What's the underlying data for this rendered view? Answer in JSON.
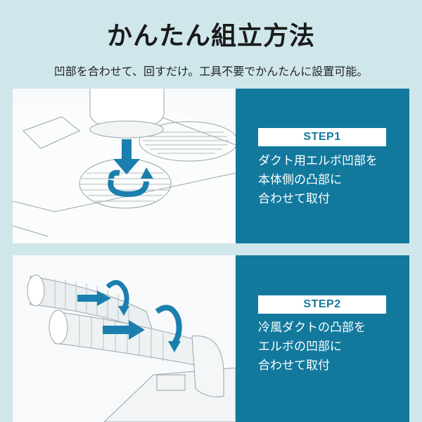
{
  "header": {
    "title": "かんたん組立方法",
    "subtitle": "凹部を合わせて、回すだけ。工具不要でかんたんに設置可能。"
  },
  "steps": [
    {
      "badge": "STEP1",
      "lines": [
        "ダクト用エルボ凹部を",
        "本体側の凸部に",
        "合わせて取付"
      ],
      "illustration": "elbow-attach-rotate"
    },
    {
      "badge": "STEP2",
      "lines": [
        "冷風ダクトの凸部を",
        "エルボの凹部に",
        "合わせて取付"
      ],
      "illustration": "duct-attach-rotate"
    }
  ],
  "colors": {
    "background": "#cfe6ea",
    "panel": "#12799d",
    "arrow": "#1a7fae"
  }
}
